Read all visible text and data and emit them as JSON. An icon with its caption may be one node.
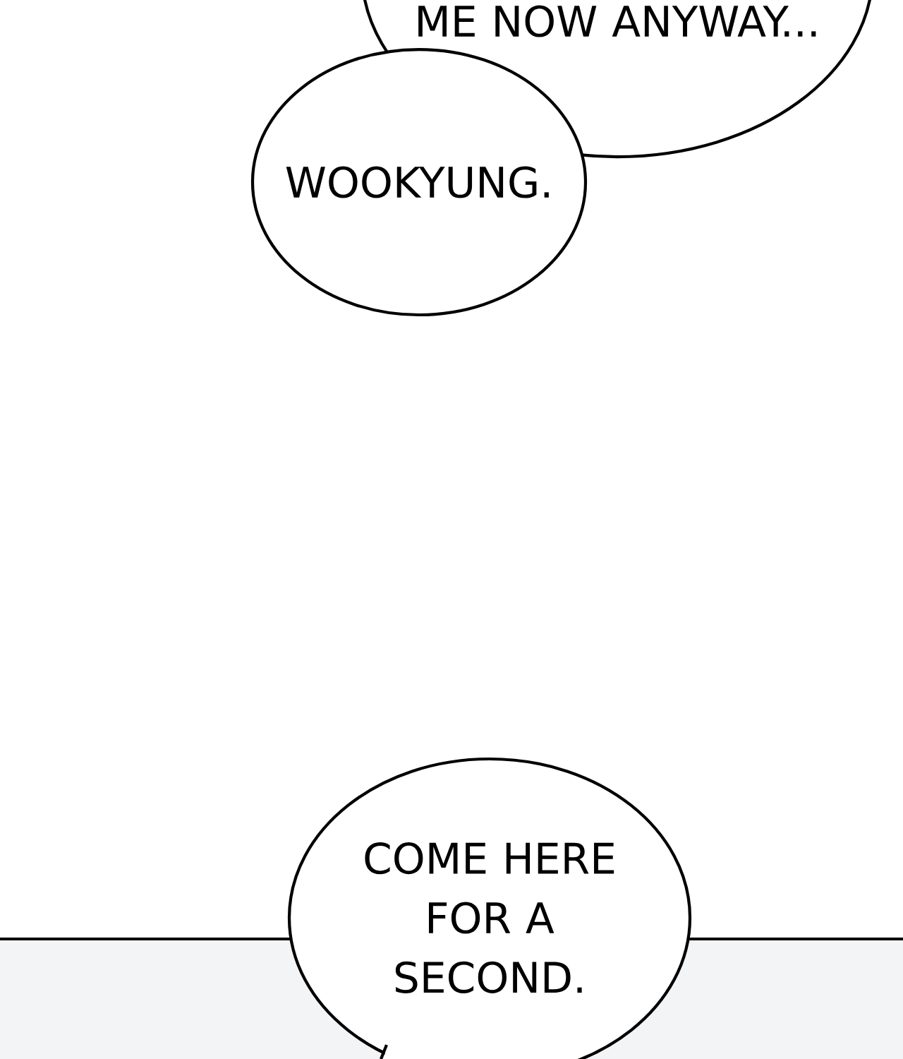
{
  "diagram": {
    "nodes": [
      {
        "text": [
          "ME NOW ANYWAY..."
        ]
      },
      {
        "text": [
          "WOOKYUNG."
        ]
      },
      {
        "text": [
          "COME HERE FOR A SECOND."
        ]
      }
    ]
  }
}
